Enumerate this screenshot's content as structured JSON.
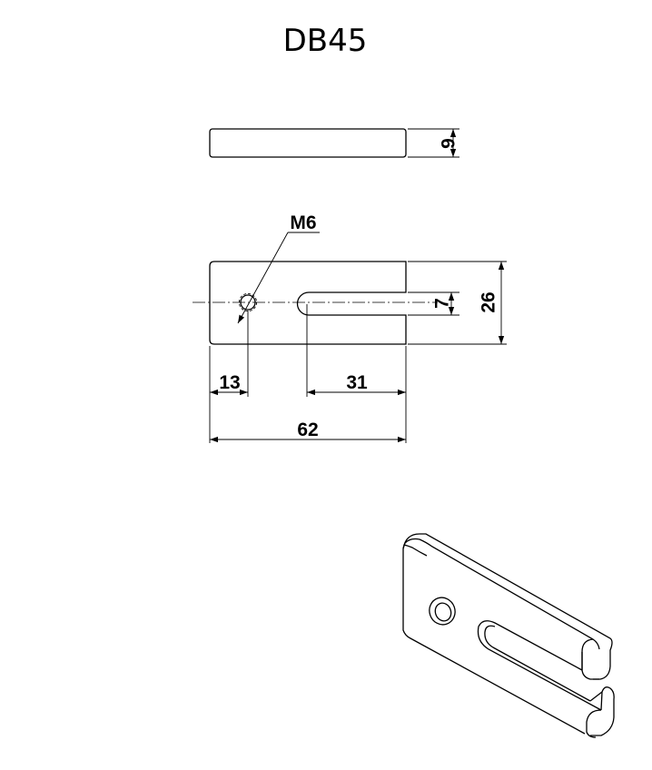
{
  "title": "DB45",
  "dimensions": {
    "thickness": "9",
    "thread": "M6",
    "slot_width": "7",
    "height": "26",
    "hole_offset": "13",
    "slot_length": "31",
    "overall_length": "62"
  }
}
